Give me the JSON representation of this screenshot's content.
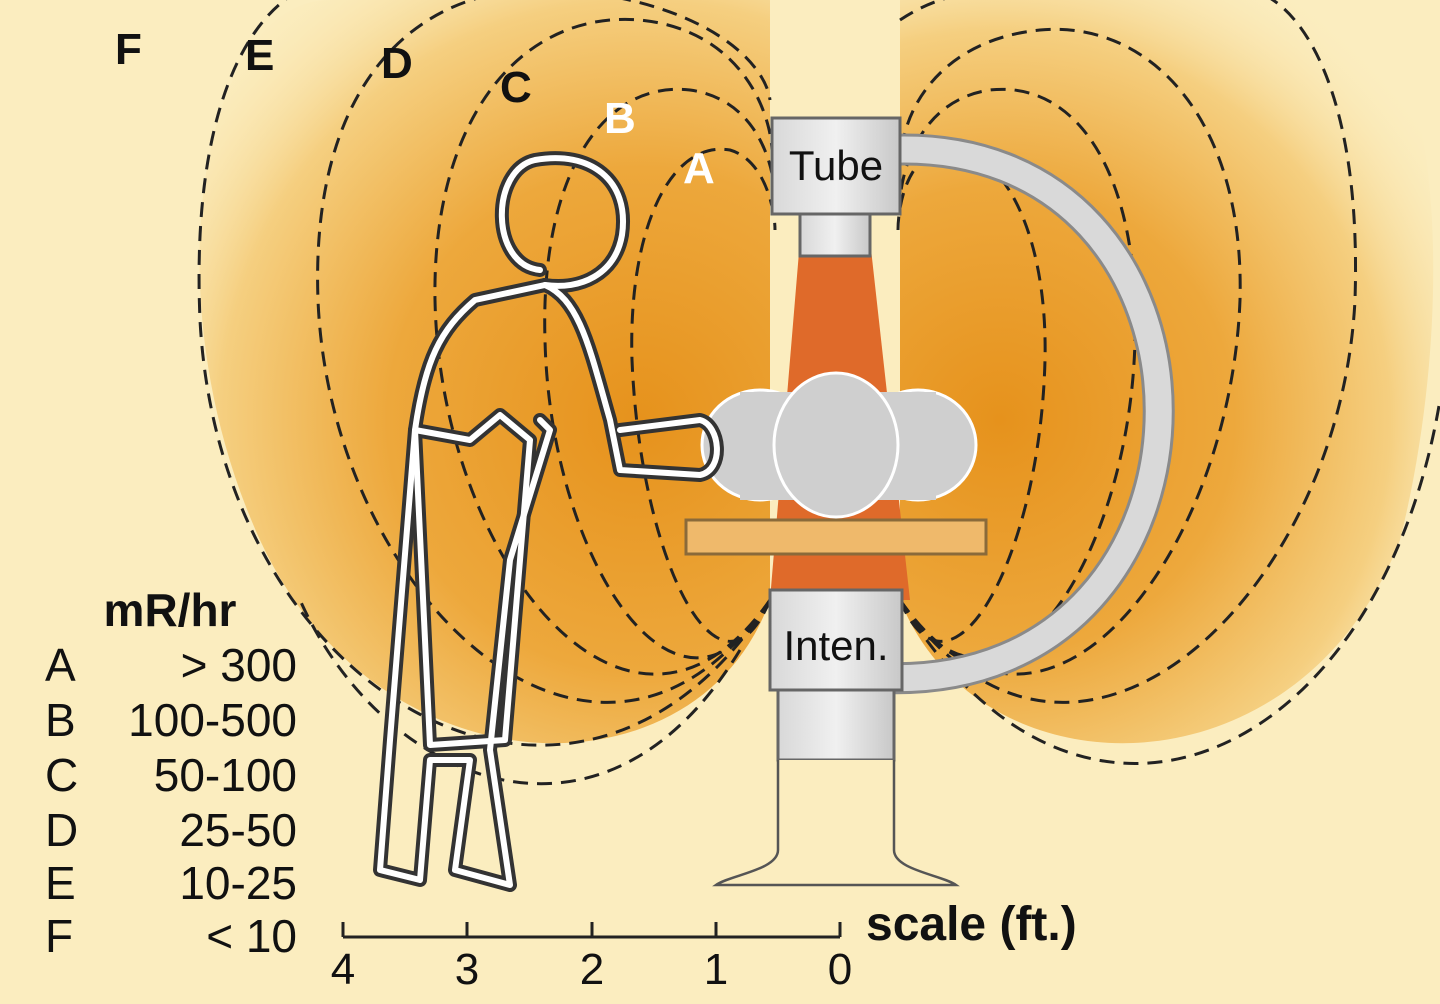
{
  "zones": [
    {
      "letter": "A",
      "color": "#ffffff"
    },
    {
      "letter": "B",
      "color": "#ffffff"
    },
    {
      "letter": "C",
      "color": "#111111"
    },
    {
      "letter": "D",
      "color": "#111111"
    },
    {
      "letter": "E",
      "color": "#111111"
    },
    {
      "letter": "F",
      "color": "#111111"
    }
  ],
  "equipment": {
    "tube_label": "Tube",
    "intensifier_label": "Inten."
  },
  "legend": {
    "title": "mR/hr",
    "rows": [
      {
        "zone": "A",
        "range": "> 300"
      },
      {
        "zone": "B",
        "range": "100-500"
      },
      {
        "zone": "C",
        "range": "50-100"
      },
      {
        "zone": "D",
        "range": "25-50"
      },
      {
        "zone": "E",
        "range": "10-25"
      },
      {
        "zone": "F",
        "range": "< 10"
      }
    ]
  },
  "scale": {
    "title": "scale (ft.)",
    "ticks": [
      "4",
      "3",
      "2",
      "1",
      "0"
    ]
  },
  "colors": {
    "background": "#fbedbf",
    "field_core": "#e99a22",
    "beam": "#df6a2a",
    "equipment_gray": "#cfcfcf"
  }
}
